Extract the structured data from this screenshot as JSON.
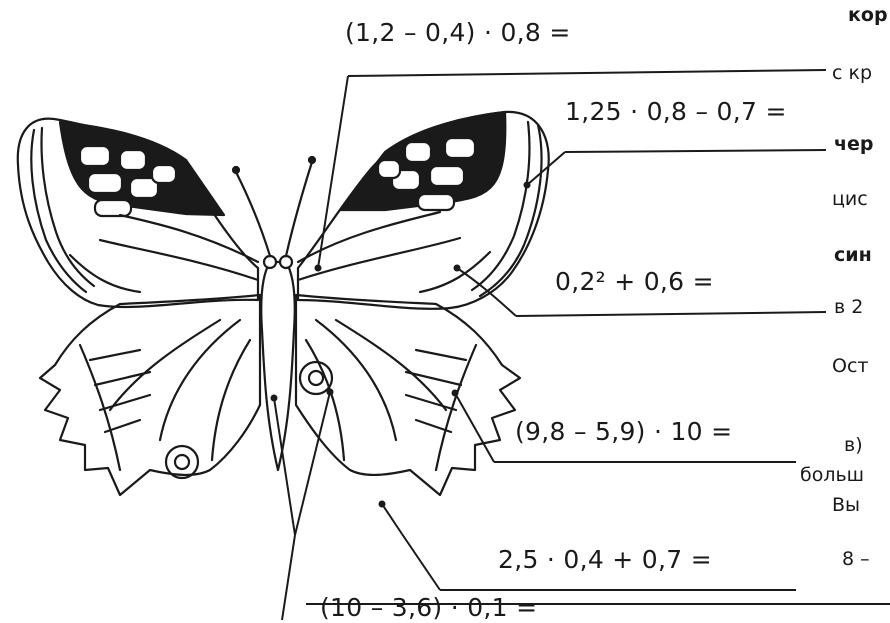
{
  "expressions": [
    "(1,2 – 0,4) · 0,8 =",
    "1,25 · 0,8 – 0,7 =",
    "0,2² + 0,6 =",
    "(9,8 – 5,9) · 10 =",
    "2,5 · 0,4 + 0,7 =",
    "(10 – 3,6) · 0,1 ="
  ],
  "side_text": [
    "кор",
    "с кр",
    "чер",
    "цис",
    "син",
    "в 2",
    "Ост",
    "в)",
    "больш",
    "Вы",
    "8 –"
  ]
}
